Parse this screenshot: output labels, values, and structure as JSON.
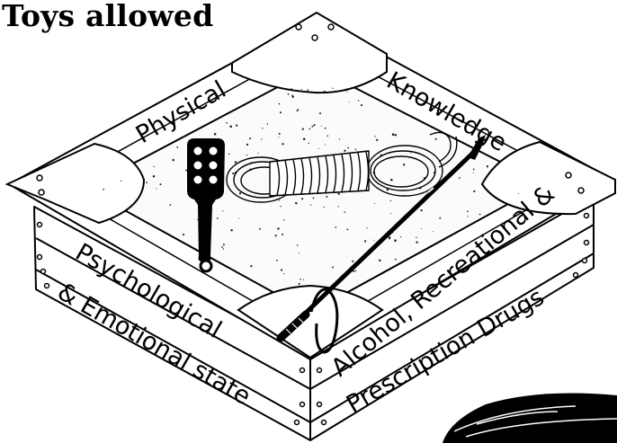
{
  "title": "Toys allowed",
  "labels": {
    "physical": "Physical",
    "knowledge": "Knowledge",
    "psych_line1": "Psychological",
    "psych_line2": "& Emotional state",
    "drugs_line1": "Alcohol, Recreational &",
    "drugs_line2": "Prescription Drugs"
  },
  "colors": {
    "ink": "#000000",
    "paper": "#ffffff",
    "sand": "#fbfbfb"
  },
  "icons": {
    "paddle": "spanking-paddle-icon",
    "rope": "coiled-rope-icon",
    "crop": "riding-crop-icon",
    "feather": "feather-icon"
  }
}
